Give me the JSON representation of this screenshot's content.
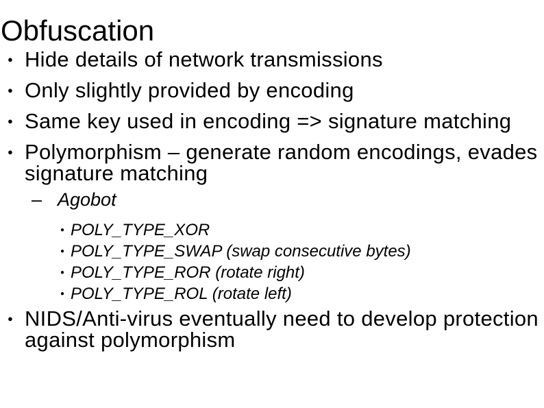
{
  "slide": {
    "title": "Obfuscation",
    "markers": {
      "level1": "●",
      "level2": "–",
      "level3": "●"
    },
    "bullets": [
      {
        "level": 1,
        "text": "Hide details of network transmissions"
      },
      {
        "level": 1,
        "text": "Only slightly provided by encoding"
      },
      {
        "level": 1,
        "text": "Same key used in encoding => signature matching"
      },
      {
        "level": 1,
        "text": "Polymorphism – generate random encodings, evades\nsignature matching"
      },
      {
        "level": 2,
        "text": "Agobot"
      },
      {
        "level": 3,
        "text": "POLY_TYPE_XOR"
      },
      {
        "level": 3,
        "text": "POLY_TYPE_SWAP (swap consecutive bytes)"
      },
      {
        "level": 3,
        "text": "POLY_TYPE_ROR (rotate right)"
      },
      {
        "level": 3,
        "text": "POLY_TYPE_ROL (rotate left)"
      },
      {
        "level": 1,
        "text": "NIDS/Anti-virus eventually need to develop protection\nagainst polymorphism"
      }
    ]
  }
}
